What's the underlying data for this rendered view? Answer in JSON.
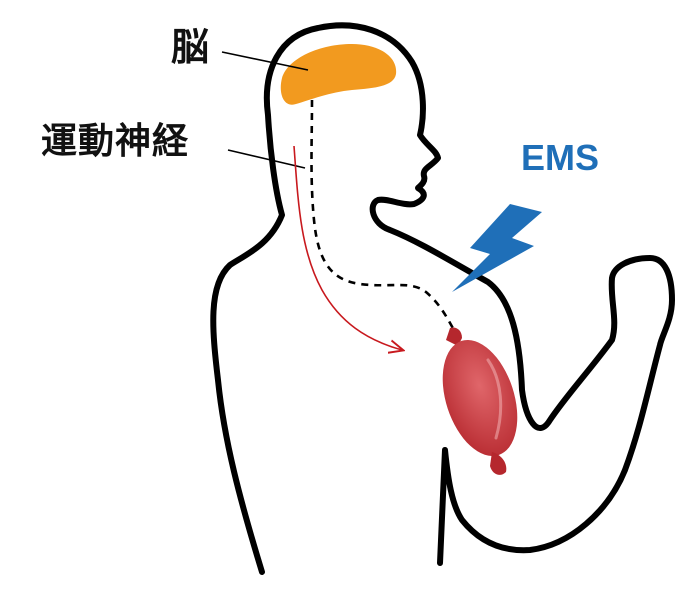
{
  "labels": {
    "brain": "脳",
    "motor_nerve": "運動神経",
    "ems": "EMS"
  },
  "colors": {
    "outline": "#000000",
    "brain": "#F29A1F",
    "muscle": "#B5272D",
    "muscle_highlight": "#E0666A",
    "signal_arrow": "#C8191E",
    "ems_text": "#1F6FB8",
    "lightning": "#1F6FB8"
  },
  "icons": {
    "lightning": "lightning-bolt-icon",
    "muscle": "muscle-icon"
  }
}
